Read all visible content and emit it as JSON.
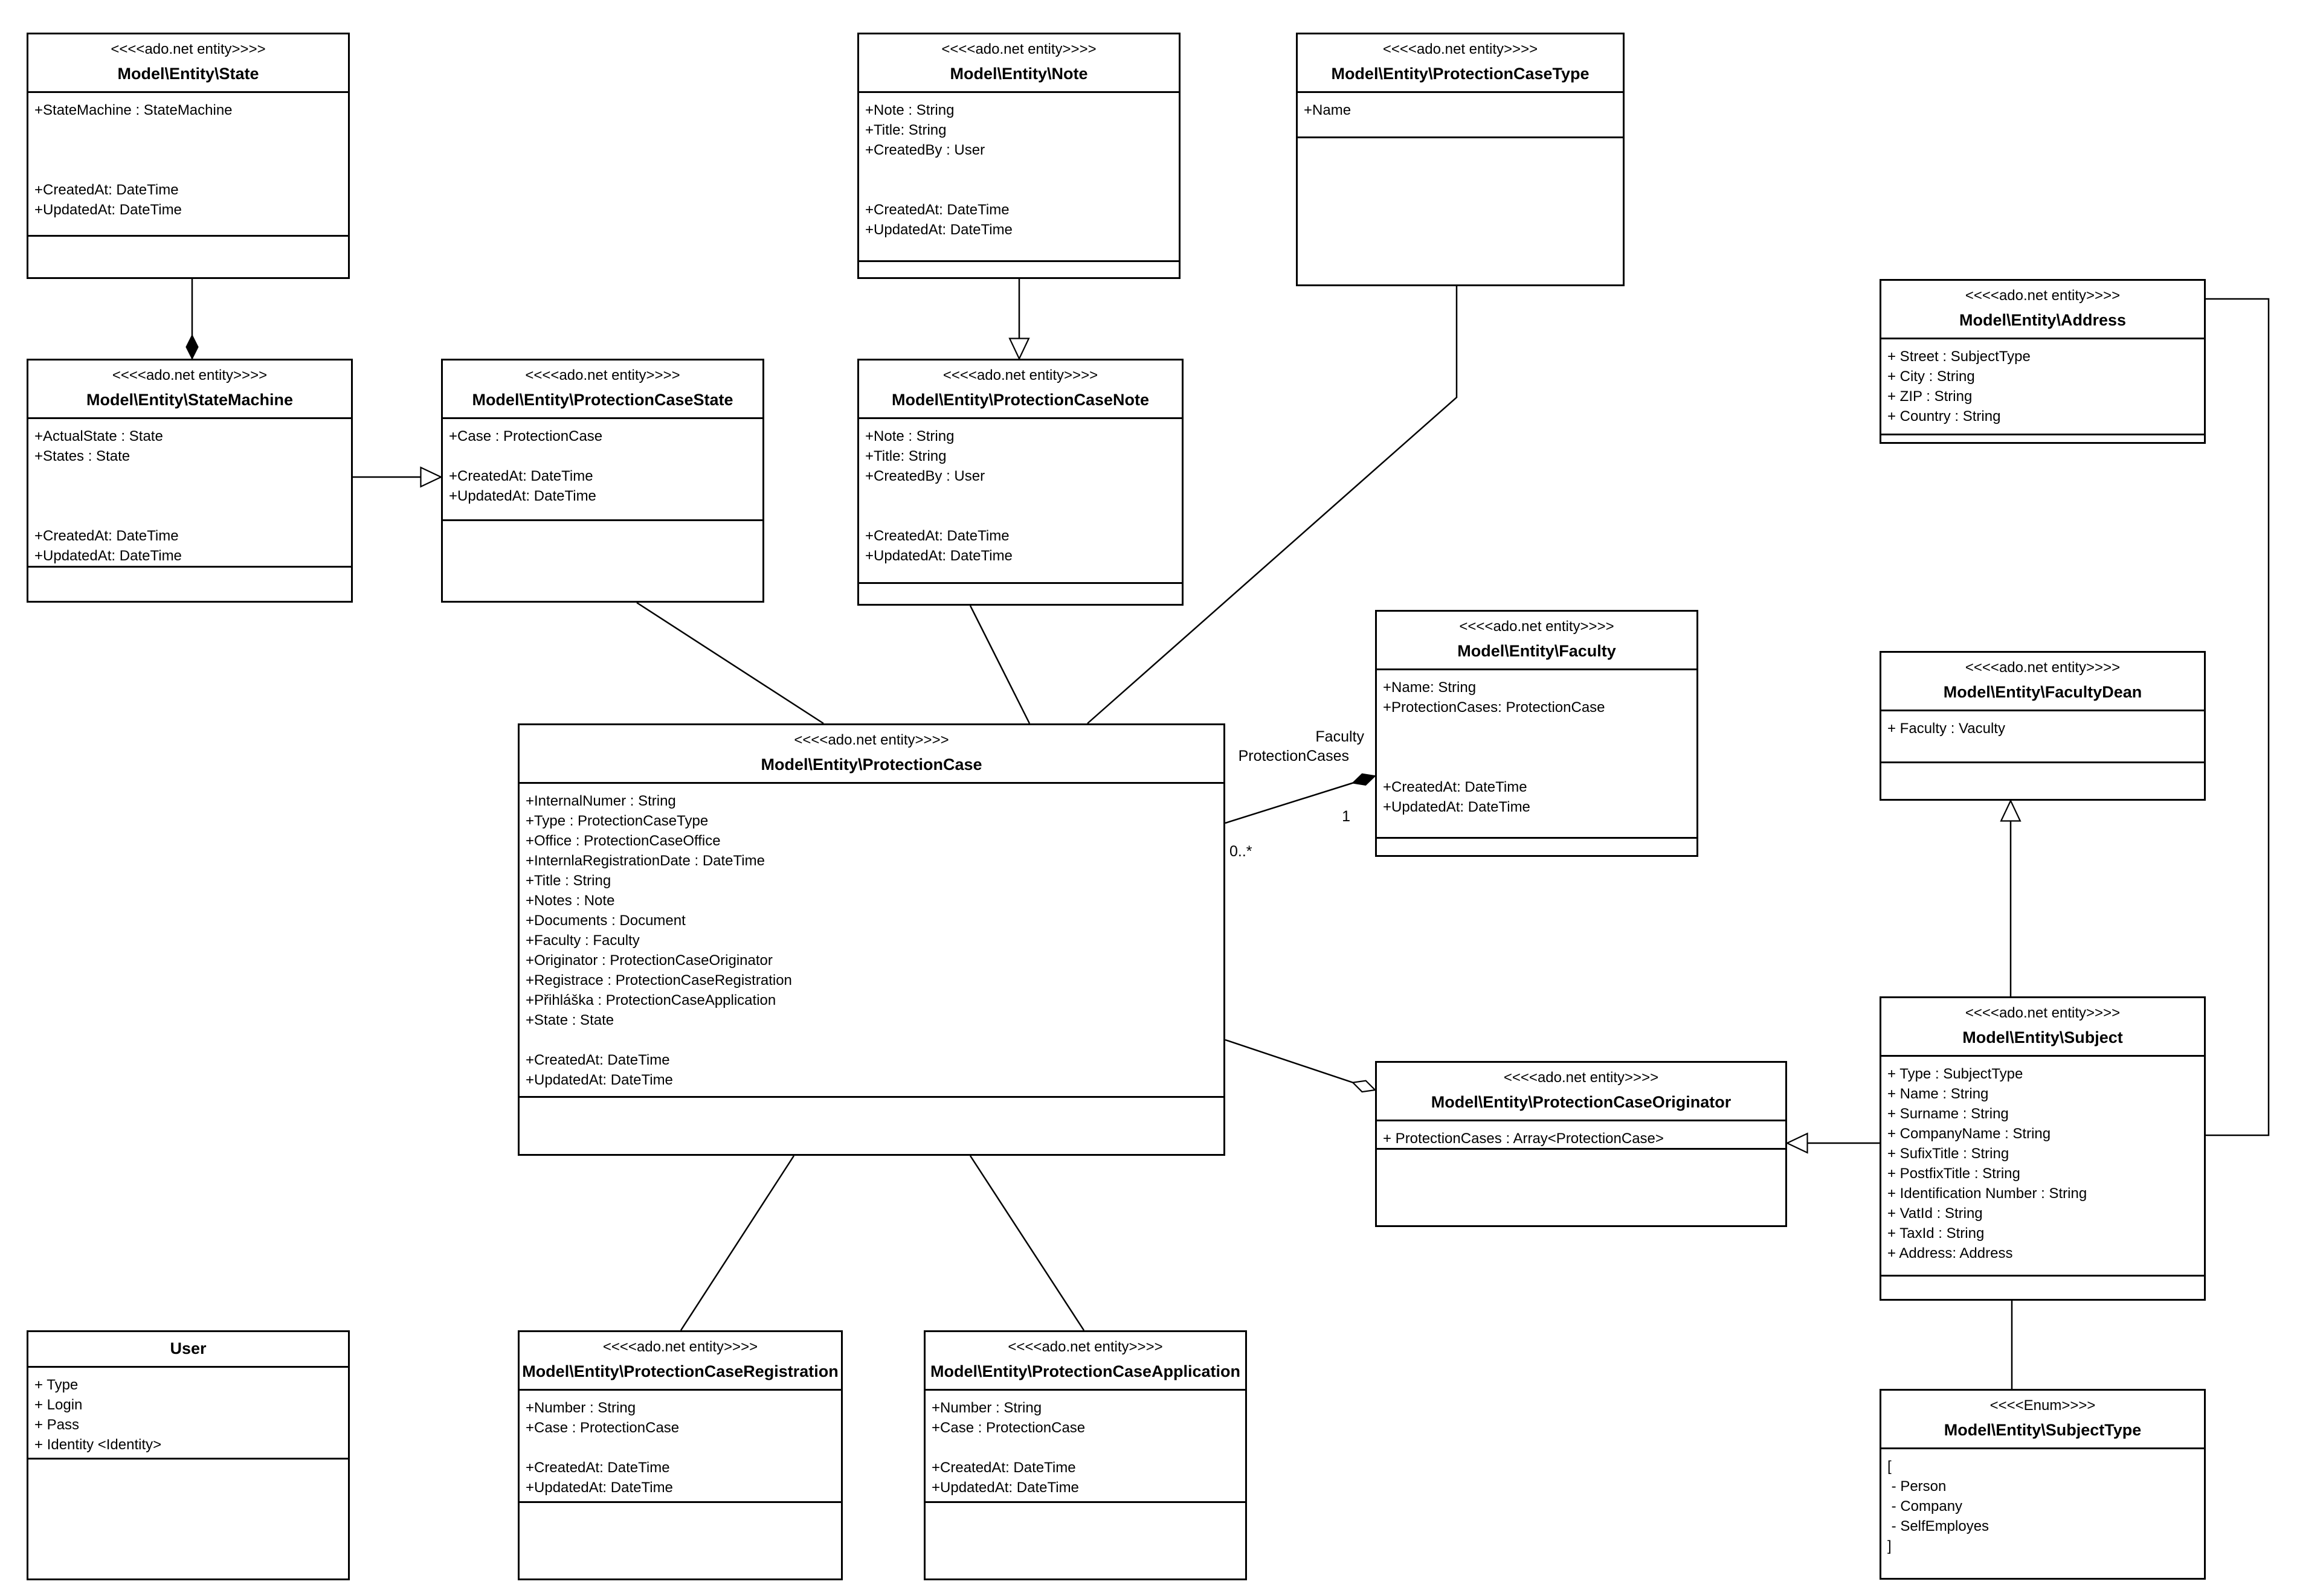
{
  "classes": {
    "state": {
      "stereotype": "<<<<ado.net entity>>>>",
      "name": "Model\\Entity\\State",
      "attributes": [
        "+StateMachine : StateMachine",
        "",
        "",
        "",
        "+CreatedAt: DateTime",
        "+UpdatedAt: DateTime"
      ]
    },
    "stateMachine": {
      "stereotype": "<<<<ado.net entity>>>>",
      "name": "Model\\Entity\\StateMachine",
      "attributes": [
        "+ActualState : State",
        "+States : State",
        "",
        "",
        "",
        "+CreatedAt: DateTime",
        "+UpdatedAt: DateTime"
      ]
    },
    "pcState": {
      "stereotype": "<<<<ado.net entity>>>>",
      "name": "Model\\Entity\\ProtectionCaseState",
      "attributes": [
        "+Case : ProtectionCase",
        "",
        "+CreatedAt: DateTime",
        "+UpdatedAt: DateTime"
      ]
    },
    "note": {
      "stereotype": "<<<<ado.net entity>>>>",
      "name": "Model\\Entity\\Note",
      "attributes": [
        "+Note : String",
        "+Title: String",
        "+CreatedBy : User",
        "",
        "",
        "+CreatedAt: DateTime",
        "+UpdatedAt: DateTime"
      ]
    },
    "pcNote": {
      "stereotype": "<<<<ado.net entity>>>>",
      "name": "Model\\Entity\\ProtectionCaseNote",
      "attributes": [
        "+Note : String",
        "+Title: String",
        "+CreatedBy : User",
        "",
        "",
        "+CreatedAt: DateTime",
        "+UpdatedAt: DateTime"
      ]
    },
    "pcType": {
      "stereotype": "<<<<ado.net entity>>>>",
      "name": "Model\\Entity\\ProtectionCaseType",
      "attributes": [
        "+Name"
      ]
    },
    "address": {
      "stereotype": "<<<<ado.net entity>>>>",
      "name": "Model\\Entity\\Address",
      "attributes": [
        "+ Street : SubjectType",
        "+ City : String",
        "+ ZIP : String",
        "+ Country : String"
      ]
    },
    "faculty": {
      "stereotype": "<<<<ado.net entity>>>>",
      "name": "Model\\Entity\\Faculty",
      "attributes": [
        "+Name: String",
        "+ProtectionCases: ProtectionCase",
        "",
        "",
        "",
        "+CreatedAt: DateTime",
        "+UpdatedAt: DateTime"
      ]
    },
    "facultyDean": {
      "stereotype": "<<<<ado.net entity>>>>",
      "name": "Model\\Entity\\FacultyDean",
      "attributes": [
        "+ Faculty : Vaculty"
      ]
    },
    "protectionCase": {
      "stereotype": "<<<<ado.net entity>>>>",
      "name": "Model\\Entity\\ProtectionCase",
      "attributes": [
        "+InternalNumer : String",
        "+Type : ProtectionCaseType",
        "+Office : ProtectionCaseOffice",
        "+InternlaRegistrationDate : DateTime",
        "+Title : String",
        "+Notes : Note",
        "+Documents : Document",
        "+Faculty : Faculty",
        "+Originator : ProtectionCaseOriginator",
        "+Registrace : ProtectionCaseRegistration",
        "+Přihláška : ProtectionCaseApplication",
        "+State : State",
        "",
        "+CreatedAt: DateTime",
        "+UpdatedAt: DateTime"
      ]
    },
    "pcOriginator": {
      "stereotype": "<<<<ado.net entity>>>>",
      "name": "Model\\Entity\\ProtectionCaseOriginator",
      "attributes": [
        "+ ProtectionCases : Array<ProtectionCase>"
      ]
    },
    "subject": {
      "stereotype": "<<<<ado.net entity>>>>",
      "name": "Model\\Entity\\Subject",
      "attributes": [
        "+ Type : SubjectType",
        "+ Name : String",
        "+ Surname : String",
        "+ CompanyName : String",
        "+ SufixTitle : String",
        "+ PostfixTitle : String",
        "+ Identification Number : String",
        "+ VatId : String",
        "+ TaxId : String",
        "+ Address: Address"
      ]
    },
    "subjectType": {
      "stereotype": "<<<<Enum>>>>",
      "name": "Model\\Entity\\SubjectType",
      "attributes": [
        "[",
        " - Person",
        " - Company",
        " - SelfEmployes",
        "]"
      ]
    },
    "user": {
      "stereotype": "",
      "name": "User",
      "attributes": [
        "+ Type",
        "+ Login",
        "+ Pass",
        "+ Identity <Identity>"
      ]
    },
    "pcRegistration": {
      "stereotype": "<<<<ado.net entity>>>>",
      "name": "Model\\Entity\\ProtectionCaseRegistration",
      "attributes": [
        "+Number : String",
        "+Case : ProtectionCase",
        "",
        "+CreatedAt: DateTime",
        "+UpdatedAt: DateTime"
      ]
    },
    "pcApplication": {
      "stereotype": "<<<<ado.net entity>>>>",
      "name": "Model\\Entity\\ProtectionCaseApplication",
      "attributes": [
        "+Number : String",
        "+Case : ProtectionCase",
        "",
        "+CreatedAt: DateTime",
        "+UpdatedAt: DateTime"
      ]
    }
  },
  "labels": {
    "faculty_role": "Faculty",
    "cases_role": "ProtectionCases",
    "mult_one": "1",
    "mult_many": "0..*"
  }
}
